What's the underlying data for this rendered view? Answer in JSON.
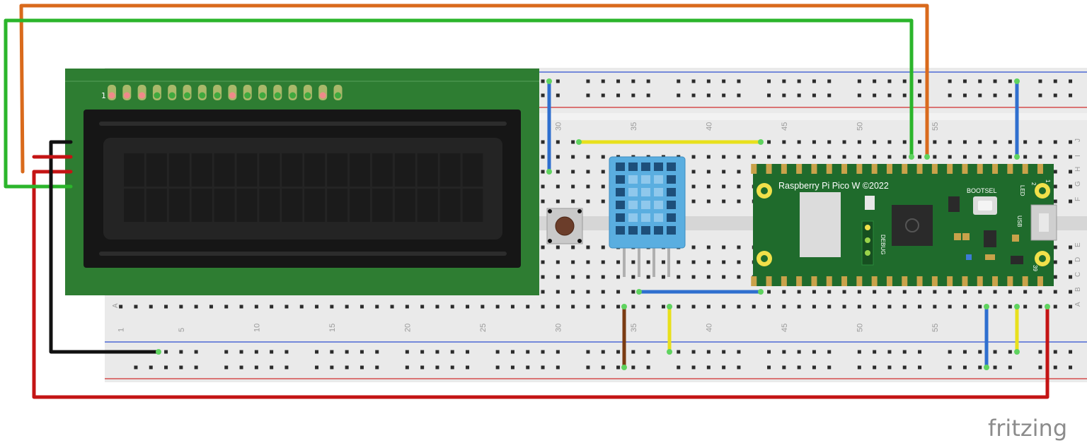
{
  "breadboard": {
    "column_numbers": [
      "1",
      "5",
      "10",
      "15",
      "20",
      "25",
      "30",
      "35",
      "40",
      "45",
      "50",
      "55"
    ],
    "row_letters_top": [
      "J",
      "I",
      "H",
      "G",
      "F"
    ],
    "row_letters_bottom": [
      "E",
      "D",
      "C",
      "B",
      "A"
    ]
  },
  "lcd": {
    "pin1_label": "1"
  },
  "pico": {
    "title": "Raspberry Pi Pico W ©2022",
    "bootsel_label": "BOOTSEL",
    "led_label": "LED",
    "usb_label": "USB",
    "debug_label": "DEBUG",
    "pin1_label": "1",
    "pin2_label": "2",
    "pin39_label": "39"
  },
  "watermark": "fritzing",
  "colors": {
    "breadboard": "#e9e9e9",
    "lcd_pcb": "#2e7d32",
    "pico_pcb": "#1f6b2c",
    "dht11": "#5aaee0",
    "wire_orange": "#d96a1c",
    "wire_green": "#2bb52b",
    "wire_red": "#c41414",
    "wire_black": "#111111",
    "wire_blue": "#2f6fcf",
    "wire_yellow": "#e8e01c",
    "wire_brown": "#7a3b12"
  }
}
